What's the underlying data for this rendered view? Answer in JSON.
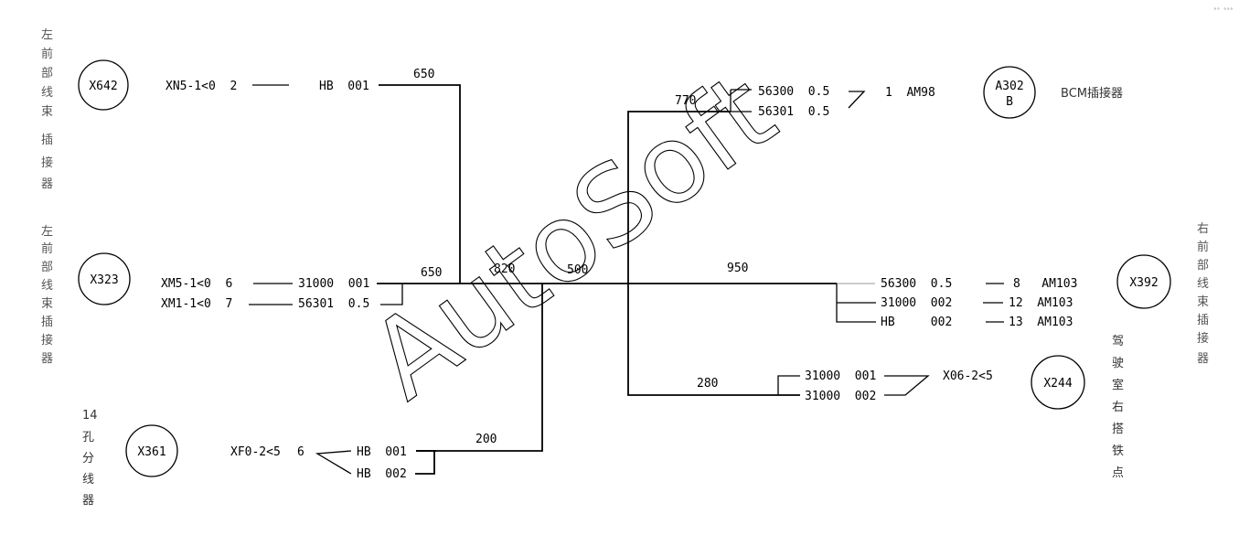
{
  "watermark": "AutoSoft",
  "corner_mark": "°° °°°",
  "connectors": [
    {
      "id": "X642",
      "label": "X642",
      "desc_chars": [
        "左",
        "前",
        "部",
        "线",
        "束",
        "插",
        "接",
        "器"
      ]
    },
    {
      "id": "X323",
      "label": "X323",
      "desc_chars": [
        "左",
        "前",
        "部",
        "线",
        "束",
        "插",
        "接",
        "器"
      ]
    },
    {
      "id": "X361",
      "label": "X361",
      "desc_chars": [
        "14",
        "孔",
        "分",
        "线",
        "器"
      ]
    },
    {
      "id": "A302B",
      "label_line1": "A302",
      "label_line2": "B",
      "desc": "BCM插接器"
    },
    {
      "id": "X392",
      "label": "X392",
      "desc_chars": [
        "右",
        "前",
        "部",
        "线",
        "束",
        "插",
        "接",
        "器"
      ]
    },
    {
      "id": "X244",
      "label": "X244",
      "desc_chars": [
        "驾",
        "驶",
        "室",
        "右",
        "搭",
        "铁",
        "点"
      ]
    }
  ],
  "pins": {
    "x642_pin": "XN5-1<0  2",
    "x323_pin1": "XM5-1<0  6",
    "x323_pin2": "XM1-1<0  7",
    "x361_pin": "XF0-2<5",
    "x361_pin_no": "6",
    "x244_pin": "X06-2<5"
  },
  "wires": {
    "w_hb001_top": "HB  001",
    "w_31000_001_l": "31000  001",
    "w_56301_05_l": "56301  0.5",
    "w_hb001_bot": "HB  001",
    "w_hb002_bot": "HB  002",
    "w_56300_05_tr": "56300  0.5",
    "w_56301_05_tr": "56301  0.5",
    "a302_pin": "1  AM98",
    "w_56300_05_r": "56300  0.5",
    "w_31000_002_r": "31000  002",
    "w_hb_002_r": "HB     002",
    "x392_pin1": "8   AM103",
    "x392_pin2": "12  AM103",
    "x392_pin3": "13  AM103",
    "w_31000_001_g": "31000  001",
    "w_31000_002_g": "31000  002"
  },
  "lengths": {
    "len_650_top": "650",
    "len_650_mid": "650",
    "len_820": "820",
    "len_500": "500",
    "len_950": "950",
    "len_770": "770",
    "len_280": "280",
    "len_200": "200"
  },
  "colors": {
    "line": "#000000",
    "grey_wire": "#bbbbbb",
    "text_cn": "#333333"
  }
}
